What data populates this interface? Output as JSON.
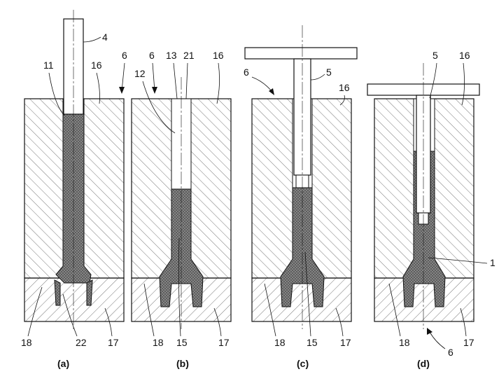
{
  "panels": [
    {
      "caption": "(a)",
      "labels": [
        "4",
        "11",
        "16",
        "6",
        "18",
        "22",
        "17"
      ]
    },
    {
      "caption": "(b)",
      "labels": [
        "6",
        "13",
        "21",
        "16",
        "12",
        "18",
        "15",
        "17"
      ]
    },
    {
      "caption": "(c)",
      "labels": [
        "5",
        "6",
        "16",
        "18",
        "15",
        "17"
      ]
    },
    {
      "caption": "(d)",
      "labels": [
        "5",
        "16",
        "1",
        "18",
        "17",
        "6"
      ]
    }
  ],
  "colors": {
    "line": "#111111",
    "hatch": "#555555",
    "material": "#777777",
    "background": "#ffffff"
  }
}
